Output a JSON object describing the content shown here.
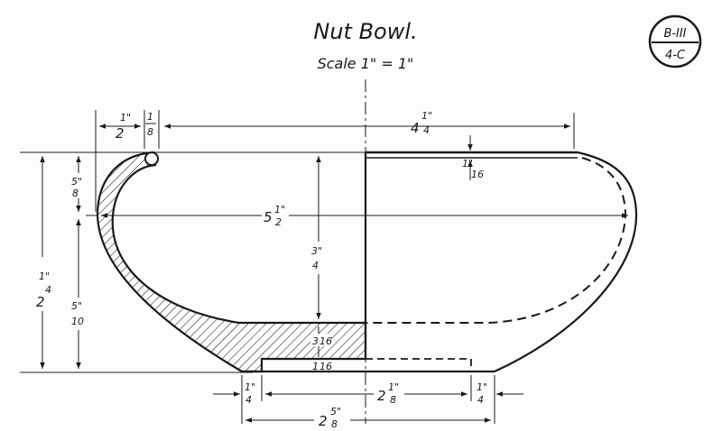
{
  "title": "Nut Bowl.",
  "scale": "Scale 1\" = 1\"",
  "badge": {
    "top": "B-III",
    "bottom": "4-C"
  },
  "dims": {
    "left_rim": "2",
    "left_rim_note": "1\"",
    "rim_thick_top": "1",
    "rim_thick_bottom": "8",
    "right_width_whole": "4",
    "right_width_num": "1\"",
    "right_width_den": "4",
    "rim_depth_num": "1\"",
    "rim_depth_den": "16",
    "diameter": "5",
    "diameter_num": "1\"",
    "diameter_den": "2",
    "upper_height_num": "5\"",
    "upper_height_den": "8",
    "total_height_whole": "2",
    "total_height_num": "1\"",
    "total_height_den": "4",
    "lower_height_num": "5\"",
    "lower_height_den": "10",
    "inner_depth_num": "3\"",
    "inner_depth_den": "4",
    "bottom_thick_num": "3",
    "bottom_thick_den": "16",
    "foot_depth": "1",
    "foot_depth_den": "16",
    "foot_left_num": "1\"",
    "foot_left_den": "4",
    "foot_width_whole": "2",
    "foot_width_num": "1\"",
    "foot_width_den": "8",
    "foot_right_num": "1\"",
    "foot_right_den": "4",
    "base_width_whole": "2",
    "base_width_num": "5\"",
    "base_width_den": "8"
  }
}
